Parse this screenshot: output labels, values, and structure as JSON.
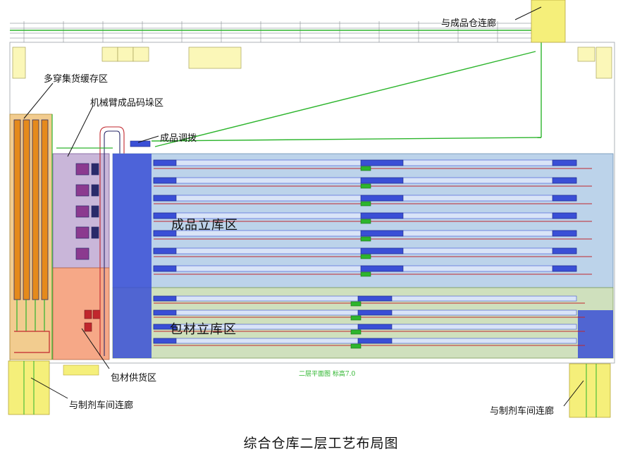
{
  "labels": {
    "corridor_finished": "与成品仓连廊",
    "shuttle_buffer": "多穿集货缓存区",
    "robot_palletizing": "机械臂成品码垛区",
    "finished_transfer": "成品调拨",
    "finished_ashrs": "成品立库区",
    "packing_ashrs": "包材立库区",
    "packing_supply": "包材供货区",
    "corridor_prep_left": "与制剂车间连廊",
    "corridor_prep_right": "与制剂车间连廊",
    "floor_note": "二层平面图 标高7.0"
  },
  "caption": "综合仓库二层工艺布局图",
  "colors": {
    "finished_zone": "#bcd3ea",
    "packing_zone": "#cfe0bd",
    "rack_blue": "#3a4fd6",
    "buffer_zone": "#f2cc8f",
    "robot_zone": "#c9b6d9",
    "supply_zone": "#f6a887",
    "corridor_yellow": "#f5ef7a",
    "conveyor_green": "#2db52d"
  }
}
